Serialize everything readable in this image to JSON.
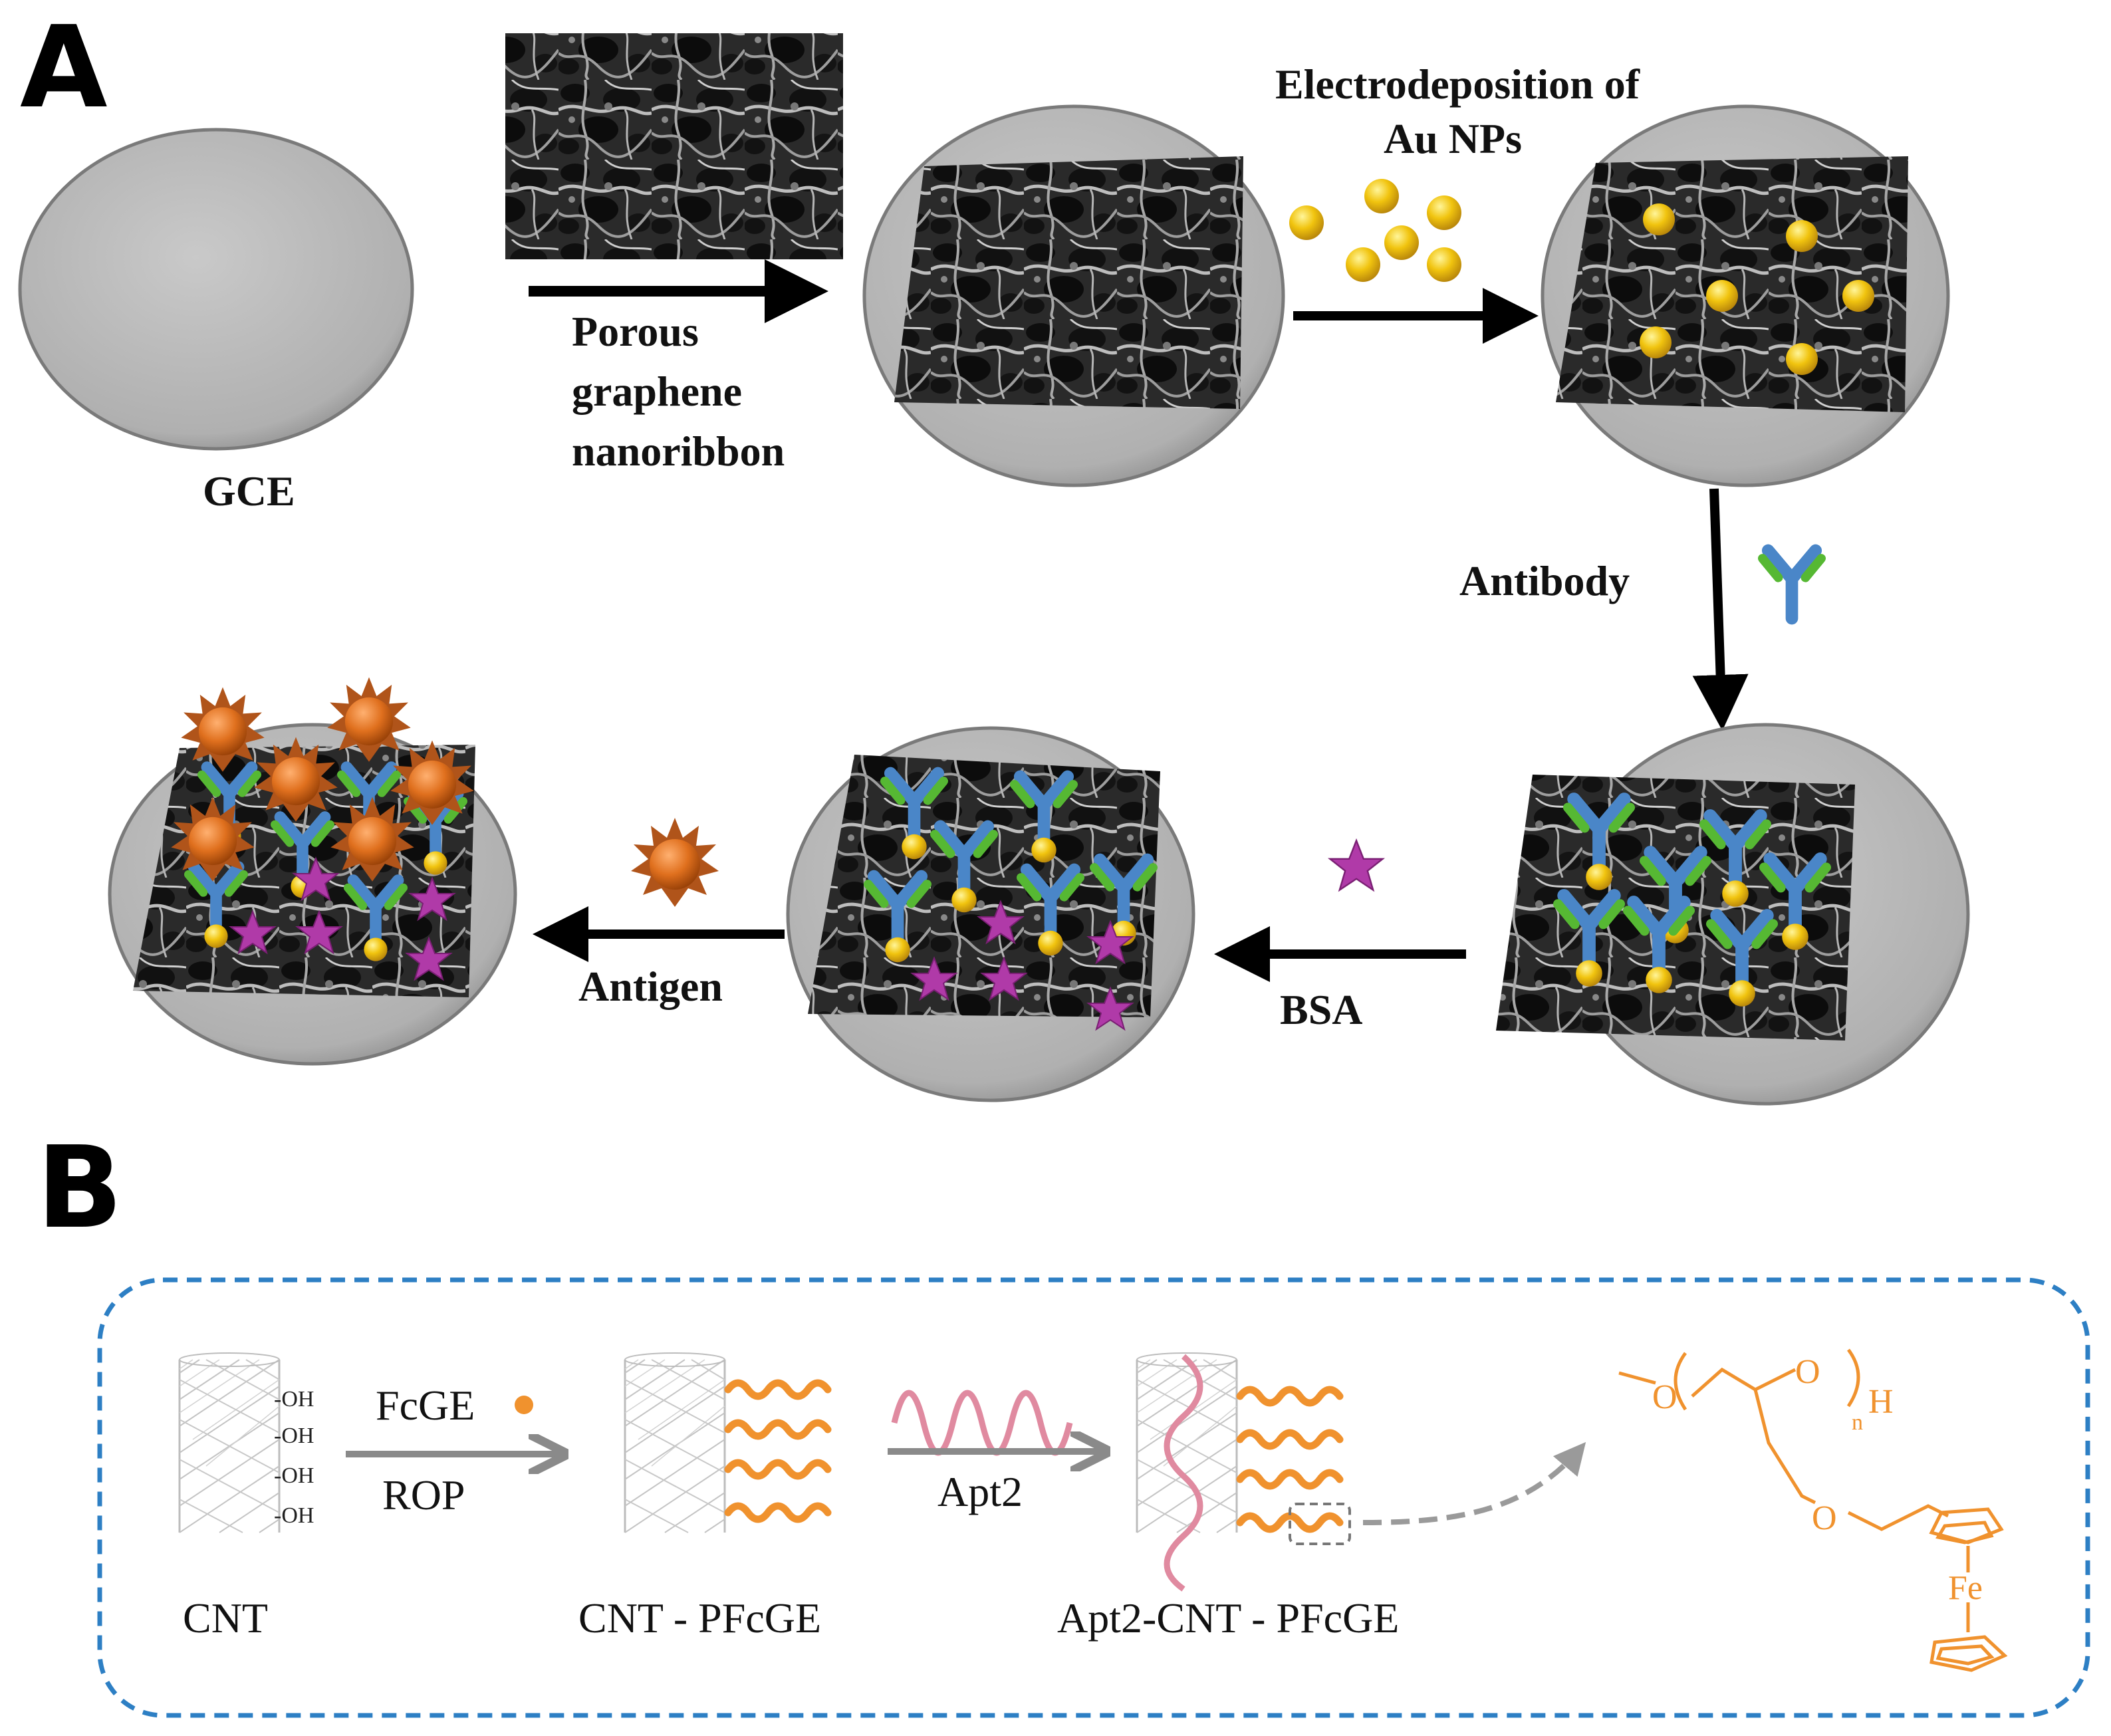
{
  "panels": {
    "a": "A",
    "b": "B"
  },
  "panel_a": {
    "gce": "GCE",
    "step1": [
      "Porous",
      "graphene",
      "nanoribbon"
    ],
    "step2": [
      "Electrodeposition of",
      "Au NPs"
    ],
    "step3": "Antibody",
    "step4": "BSA",
    "step5": "Antigen"
  },
  "panel_b": {
    "oh_groups": [
      "-OH",
      "-OH",
      "-OH",
      "-OH"
    ],
    "cnt": "CNT",
    "reagent": "FcGE",
    "reaction": "ROP",
    "product1": "CNT - PFcGE",
    "aptamer": "Apt2",
    "product2": "Apt2-CNT - PFcGE",
    "chem_o1": "O",
    "chem_o2": "O",
    "chem_h": "H",
    "chem_n": "n",
    "chem_o3": "O",
    "chem_fe": "Fe"
  },
  "colors": {
    "electrode": "#b4b4b4",
    "gold": "#f1c40f",
    "antibody_stem": "#4a86c8",
    "antibody_tip": "#56b833",
    "bsa_star": "#b03aa8",
    "antigen": "#e0701e",
    "chem_orange": "#f0922e",
    "aptamer": "#e08aa0",
    "dashed_border": "#2d7fc4"
  }
}
